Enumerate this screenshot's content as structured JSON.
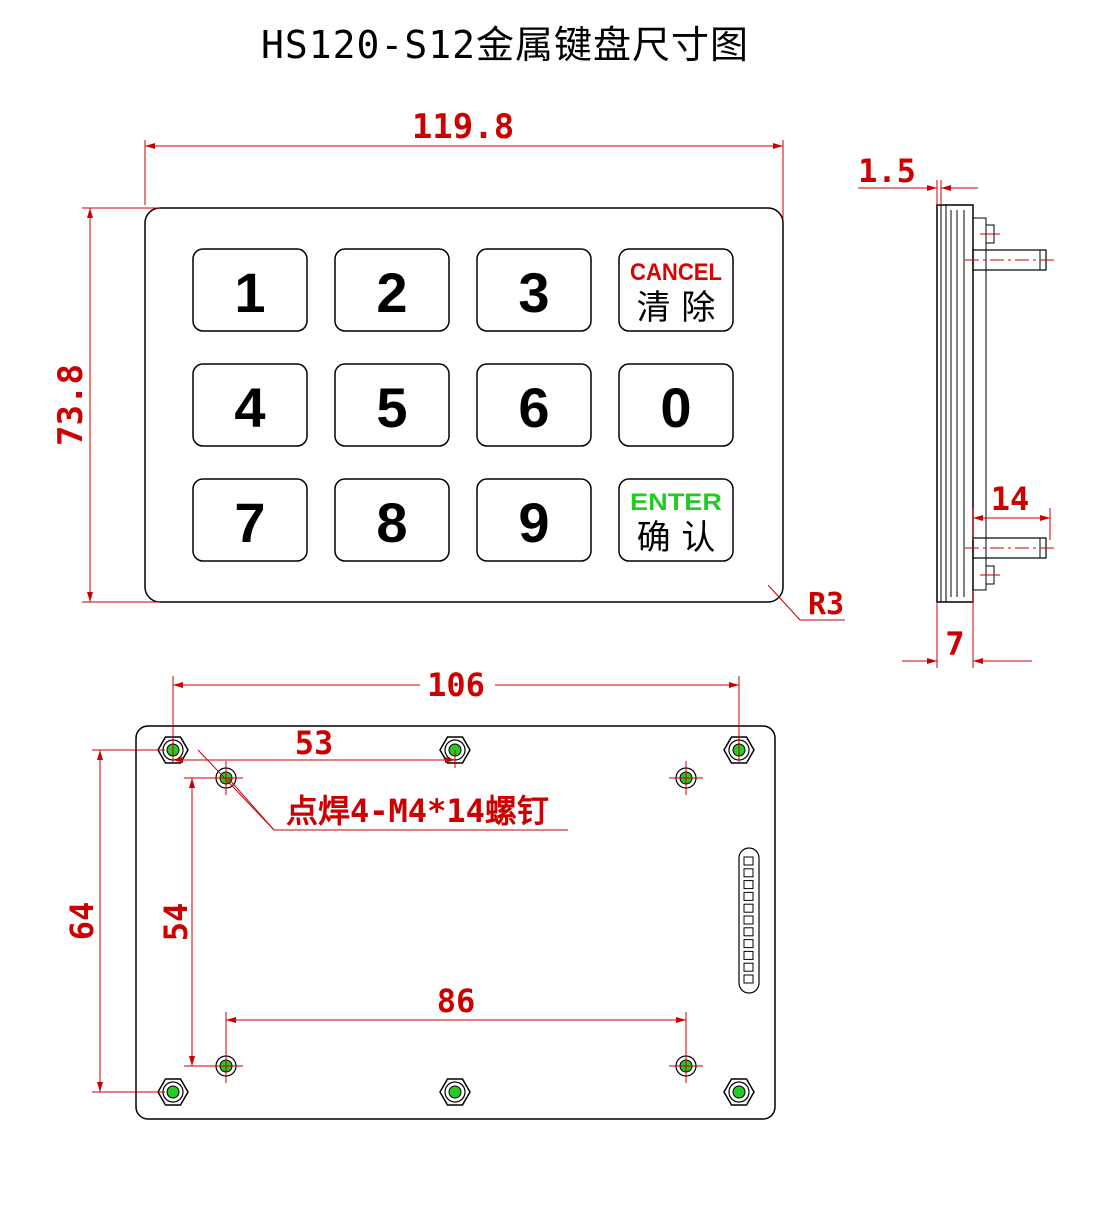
{
  "title": "HS120-S12金属键盘尺寸图",
  "front": {
    "width_label": "119.8",
    "height_label": "73.8",
    "radius_label": "R3",
    "keys": [
      {
        "label": "1"
      },
      {
        "label": "2"
      },
      {
        "label": "3"
      },
      {
        "label": "CANCEL",
        "sub": "清 除",
        "color": "#e00000"
      },
      {
        "label": "4"
      },
      {
        "label": "5"
      },
      {
        "label": "6"
      },
      {
        "label": "0"
      },
      {
        "label": "7"
      },
      {
        "label": "8"
      },
      {
        "label": "9"
      },
      {
        "label": "ENTER",
        "sub": "确 认",
        "color": "#22cc22"
      }
    ]
  },
  "side": {
    "thickness_label": "1.5",
    "screw_length_label": "14",
    "depth_label": "7"
  },
  "back": {
    "outer_spacing_label": "106",
    "half_spacing_label": "53",
    "screw_note": "点焊4-M4*14螺钉",
    "outer_vertical_label": "64",
    "inner_vertical_label": "54",
    "inner_spacing_label": "86"
  },
  "colors": {
    "dimension": "#cc0000",
    "outline": "#000000",
    "hole_fill": "#22cc22"
  }
}
